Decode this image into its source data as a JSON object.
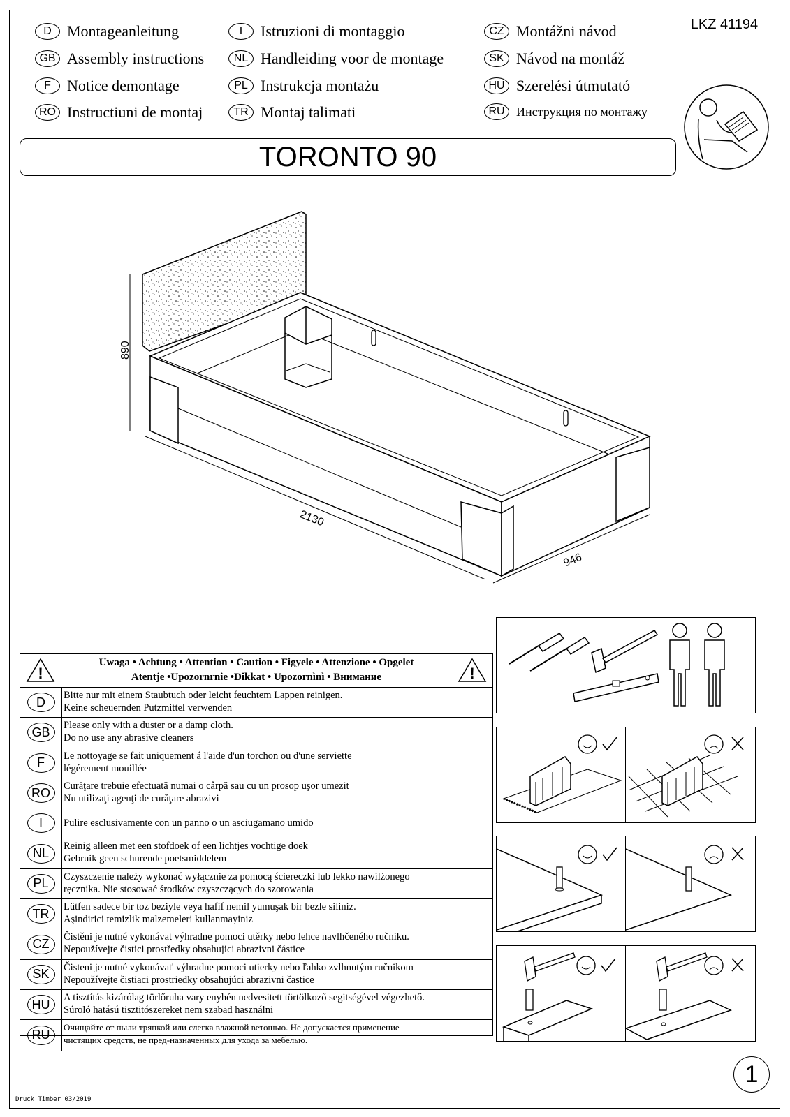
{
  "languages": [
    {
      "code": "D",
      "label": "Montageanleitung"
    },
    {
      "code": "GB",
      "label": "Assembly instructions"
    },
    {
      "code": "F",
      "label": "Notice demontage"
    },
    {
      "code": "RO",
      "label": "Instructiuni de montaj"
    },
    {
      "code": "I",
      "label": "Istruzioni di montaggio"
    },
    {
      "code": "NL",
      "label": "Handleiding voor de montage"
    },
    {
      "code": "PL",
      "label": "Instrukcja montażu"
    },
    {
      "code": "TR",
      "label": "Montaj talimati"
    },
    {
      "code": "CZ",
      "label": "Montážni návod"
    },
    {
      "code": "SK",
      "label": "Návod na montáž"
    },
    {
      "code": "HU",
      "label": "Szerelési útmutató"
    },
    {
      "code": "RU",
      "label": "Инструкция по монтажу"
    }
  ],
  "article_code": "LKZ 41194",
  "product_title": "TORONTO 90",
  "dimensions": {
    "height": "890",
    "length": "2130",
    "width": "946"
  },
  "caution": {
    "line1": "Uwaga • Achtung • Attention • Caution • Figyele • Attenzione • Opgelet",
    "line2": "Atentje •Upozornrnie •Dikkat • Upozornìnì • Внимание"
  },
  "care_rows": [
    {
      "code": "D",
      "text1": "Bitte nur mit einem Staubtuch oder leicht feuchtem Lappen reinigen.",
      "text2": "Keine scheuernden Putzmittel verwenden"
    },
    {
      "code": "GB",
      "text1": "Please only with a duster or a damp cloth.",
      "text2": "Do no use any abrasive cleaners"
    },
    {
      "code": "F",
      "text1": "Le nottoyage se fait uniquement á l'aide d'un torchon ou d'une serviette",
      "text2": "légérement mouillée"
    },
    {
      "code": "RO",
      "text1": "Curăţare trebuie efectuată numai o cârpă sau cu un prosop uşor umezit",
      "text2": "Nu utilizaţi agenţi de curăţare abrazivi"
    },
    {
      "code": "I",
      "text1": "Pulire esclusivamente con un panno o un asciugamano umido",
      "text2": ""
    },
    {
      "code": "NL",
      "text1": "Reinig alleen met een stofdoek of een lichtjes vochtige doek",
      "text2": "Gebruik geen schurende poetsmiddelem"
    },
    {
      "code": "PL",
      "text1": "Czyszczenie należy wykonać wyłącznie za pomocą ściereczki lub lekko nawilżonego",
      "text2": "ręcznika. Nie stosować środków czyszczących do szorowania"
    },
    {
      "code": "TR",
      "text1": "Lütfen sadece bir toz beziyle veya hafif nemil yumuşak bir bezle siliniz.",
      "text2": "Aşindirici temizlik malzemeleri kullanmayiniz"
    },
    {
      "code": "CZ",
      "text1": "Čistěni je nutné vykonávat výhradne pomoci utěrky nebo lehce navlhčeného ručniku.",
      "text2": "Nepoužívejte čistici prostředky obsahujici abrazivni částice"
    },
    {
      "code": "SK",
      "text1": "Čisteni je nutné vykonávať výhradne pomoci utierky nebo ľahko zvlhnutým ručnikom",
      "text2": "Nepoužívejte čistiaci prostriedky obsahujúci abrazivni častice"
    },
    {
      "code": "HU",
      "text1": "A tisztítás kizárólag törlőruha vary enyhén nedvesitett törtölkoző segitségével végezhető.",
      "text2": "Súroló hatású tisztitószereket nem szabad használni"
    },
    {
      "code": "RU",
      "text1": "Очищайте от пыли тряпкой или слегка влажной ветошью. Не допускается применение",
      "text2": "чистящих средств, не пред-назначенных для ухода за мебелью."
    }
  ],
  "footer": "Druck Timber 03/2019",
  "page_number": "1"
}
